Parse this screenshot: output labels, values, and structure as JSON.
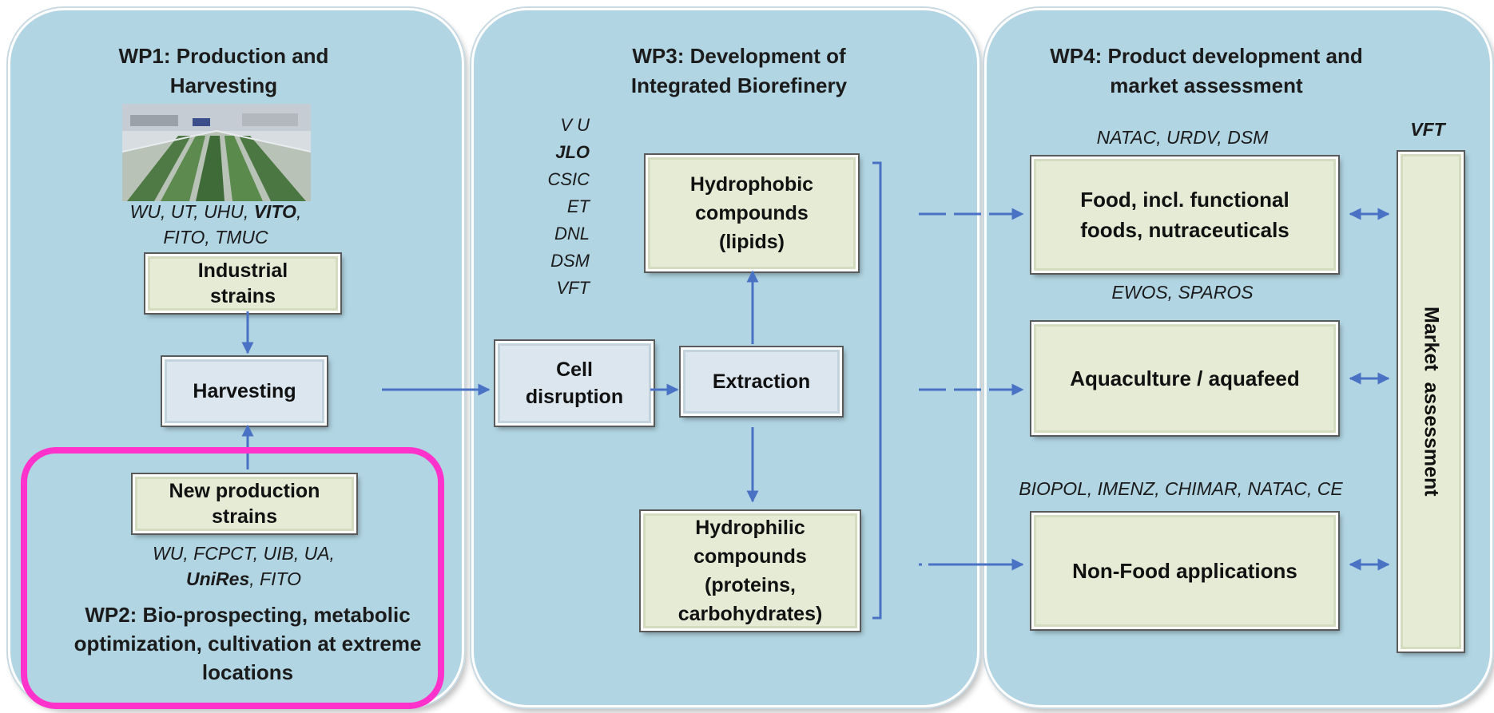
{
  "wp1": {
    "title_line1": "WP1: Production and",
    "title_line2": "Harvesting",
    "partners_line1_a": "WU, UT, UHU, ",
    "partners_line1_b": "VITO",
    "partners_line1_c": ",",
    "partners_line2": "FITO, TMUC",
    "industrial_strains_l1": "Industrial",
    "industrial_strains_l2": "strains",
    "harvesting": "Harvesting"
  },
  "wp2": {
    "new_strains_l1": "New production",
    "new_strains_l2": "strains",
    "partners_line1": "WU, FCPCT, UIB, UA,",
    "partners_line2_a": "UniRes",
    "partners_line2_b": ", FITO",
    "title_line1": "WP2: Bio-prospecting, metabolic",
    "title_line2": "optimization, cultivation at extreme",
    "title_line3": "locations"
  },
  "wp3": {
    "title_line1": "WP3: Development of",
    "title_line2": "Integrated Biorefinery",
    "partners": [
      "V U",
      "JLO",
      "CSIC",
      "ET",
      "DNL",
      "DSM",
      "VFT"
    ],
    "cell_disruption_l1": "Cell",
    "cell_disruption_l2": "disruption",
    "extraction": "Extraction",
    "hydrophobic_l1": "Hydrophobic",
    "hydrophobic_l2": "compounds",
    "hydrophobic_l3": "(lipids)",
    "hydrophilic_l1": "Hydrophilic",
    "hydrophilic_l2": "compounds",
    "hydrophilic_l3": "(proteins,",
    "hydrophilic_l4": "carbohydrates)"
  },
  "wp4": {
    "title_line1": "WP4: Product development and",
    "title_line2": "market assessment",
    "food_partners": "NATAC, URDV, DSM",
    "food_l1": "Food, incl. functional",
    "food_l2": "foods, nutraceuticals",
    "aqua_partners": "EWOS, SPAROS",
    "aqua": "Aquaculture / aquafeed",
    "nonfood_partners": "BIOPOL, IMENZ, CHIMAR, NATAC, CE",
    "nonfood": "Non-Food  applications",
    "market_partner": "VFT",
    "market": "Market  assessment"
  },
  "colors": {
    "panel": "#b1d5e3",
    "box_green": "#e6ebd6",
    "box_blue": "#dbe6ee",
    "arrow": "#4a72c4",
    "highlight": "#ff33cc"
  }
}
